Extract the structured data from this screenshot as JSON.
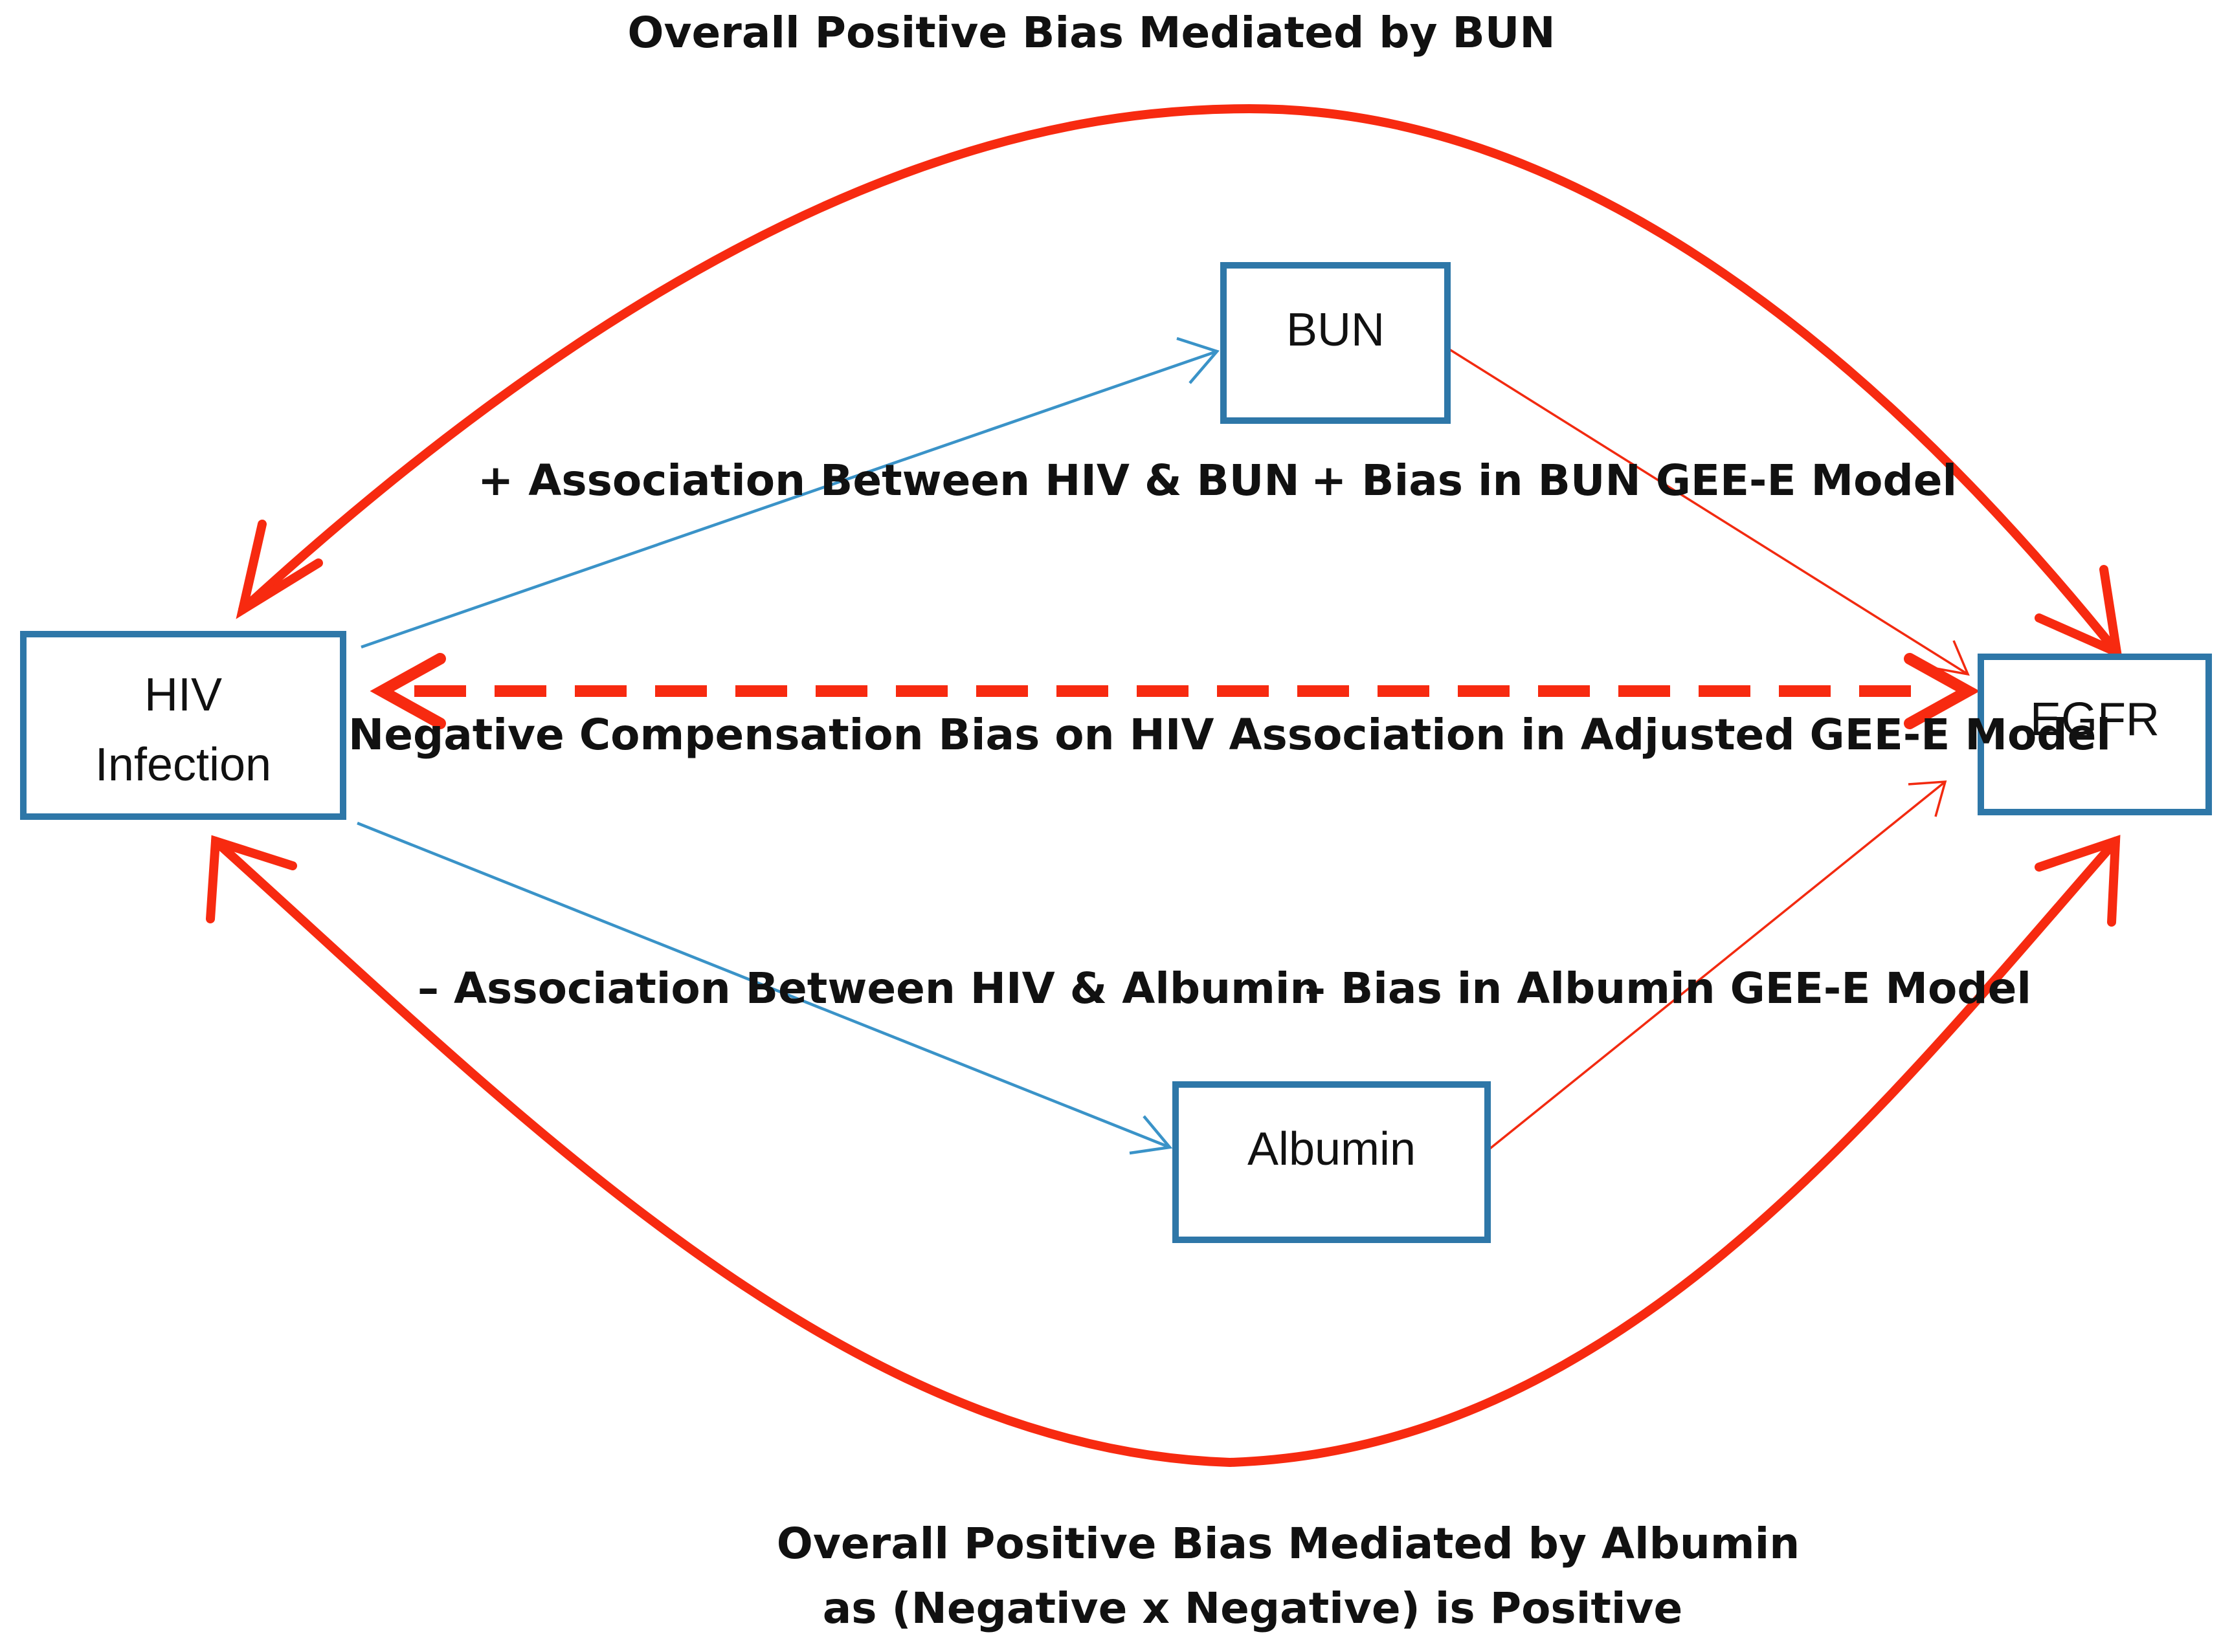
{
  "nodes": {
    "hiv": {
      "line1": "HIV",
      "line2": "Infection"
    },
    "bun": {
      "label": "BUN"
    },
    "egfr": {
      "label": "EGFR"
    },
    "albumin": {
      "label": "Albumin"
    }
  },
  "labels": {
    "top_title": "Overall Positive Bias Mediated by BUN",
    "hiv_bun_assoc": "+ Association Between HIV & BUN",
    "bun_bias": "+ Bias in BUN GEE-E Model",
    "negative_compensation": "Negative Compensation Bias on HIV  Association in Adjusted GEE-E Model",
    "hiv_albumin_assoc": "– Association Between HIV & Albumin",
    "albumin_bias": "– Bias in Albumin GEE-E Model",
    "bottom_title_line1": "Overall Positive Bias Mediated by Albumin",
    "bottom_title_line2": "as (Negative x Negative) is Positive"
  },
  "colors": {
    "node_border": "#2e77a8",
    "association_arrow": "#3a93c8",
    "bias_arrow": "#f72a10"
  }
}
